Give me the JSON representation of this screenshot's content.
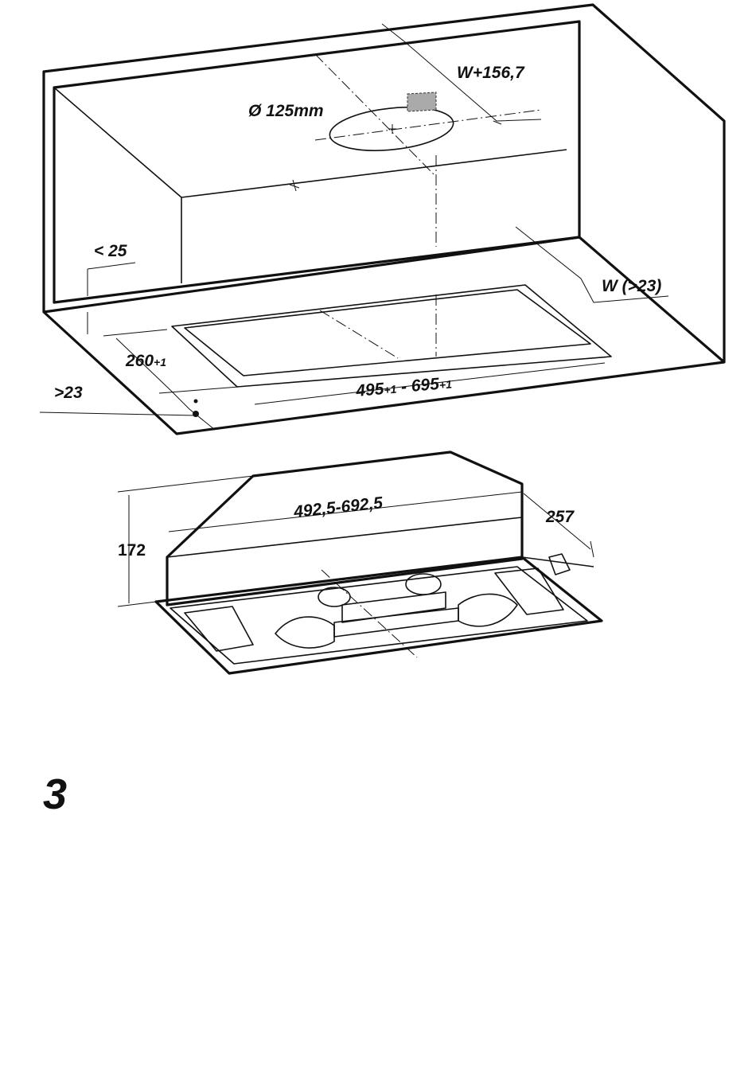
{
  "figure_number": "3",
  "top_view": {
    "duct_diameter": "Ø 125mm",
    "offset_label": "W+156,7",
    "front_gap": "< 25",
    "side_clearance": "W (>23)",
    "depth_cutout": "260",
    "depth_tolerance": "+1",
    "width_cutout_min": "495",
    "width_cutout_max": "695",
    "width_tolerance": "+1",
    "width_separator": " - ",
    "min_edge": ">23"
  },
  "unit_view": {
    "width_range": "492,5-692,5",
    "depth": "257",
    "height": "172"
  }
}
